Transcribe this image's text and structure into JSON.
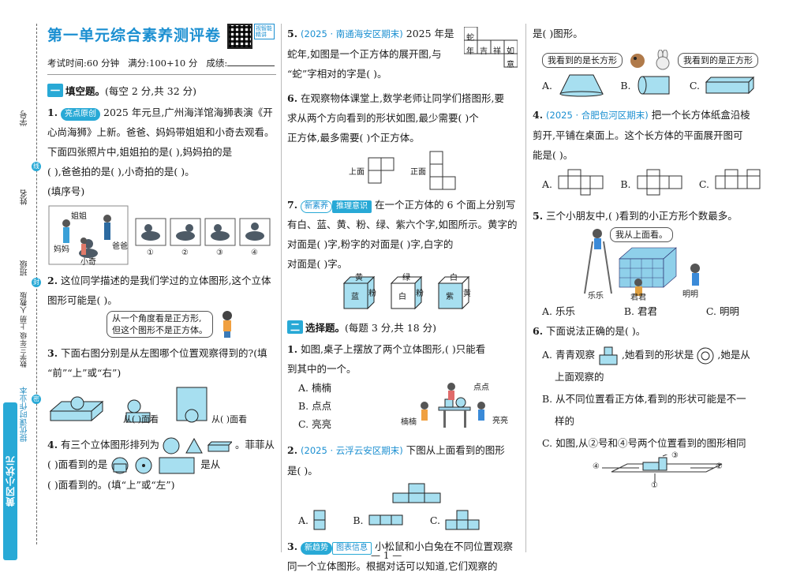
{
  "header": {
    "title": "第一单元综合素养测评卷",
    "qr_label": "视智能精讲",
    "exam_time": "考试时间:60 分钟",
    "full_score": "满分:100+10 分",
    "score_label": "成绩:"
  },
  "spine": {
    "brand": "黄冈小状元",
    "series": "提优课时作业本",
    "meta": "数学三年级  上册  人教版",
    "fields": [
      "学号",
      "姓名",
      "班级"
    ],
    "dots": [
      "线",
      "封",
      "密"
    ]
  },
  "section1": {
    "num": "一",
    "title": "填空题。",
    "desc": "(每空 2 分,共 32 分)",
    "q1": {
      "n": "1.",
      "tag": "亮点原创",
      "lines": [
        "2025 年元旦,广州海洋馆海狮表演《开",
        "心尚海狮》上新。爸爸、妈妈带姐姐和小奇去观看。",
        "下面四张照片中,姐姐拍的是(     ),妈妈拍的是",
        "(     ),爸爸拍的是(     ),小奇拍的是(     )。",
        "(填序号)"
      ],
      "people": [
        "姐姐",
        "妈妈",
        "爸爸",
        "小奇"
      ],
      "photos": [
        "①",
        "②",
        "③",
        "④"
      ]
    },
    "q2": {
      "n": "2.",
      "lines": [
        "这位同学描述的是我们学过的立体图形,这个立体",
        "图形可能是(          )。"
      ],
      "bubble": [
        "从一个角度看是正方形,",
        "但这个图形不是正方体。"
      ]
    },
    "q3": {
      "n": "3.",
      "lines": [
        "下面右图分别是从左图哪个位置观察得到的?(填",
        "“前”“上”或“右”)"
      ],
      "blank1": "从(     )面看",
      "blank2": "从(     )面看"
    },
    "q4": {
      "n": "4.",
      "lead": "有三个立体图形排列为",
      "tail": "。菲菲从",
      "line2a": "(     )面看到的是",
      "line2b": "是从",
      "line3": "(     )面看到的。(填“上”或“左”)"
    }
  },
  "column2": {
    "q5": {
      "n": "5.",
      "src": "(2025 · 南通海安区期末)",
      "lines": [
        "2025 年是",
        "蛇年,如图是一个正方体的展开图,与",
        "“蛇”字相对的字是(     )。"
      ],
      "net": [
        "蛇",
        "年",
        "吉",
        "祥",
        "如",
        "意"
      ]
    },
    "q6": {
      "n": "6.",
      "lines": [
        "在观察物体课堂上,数学老师让同学们搭图形,要",
        "求从两个方向看到的形状如图,最少需要(     )个",
        "正方体,最多需要(     )个正方体。"
      ],
      "top_label": "上面",
      "front_label": "正面"
    },
    "q7": {
      "n": "7.",
      "tags": [
        "新素养",
        "推理意识"
      ],
      "lines": [
        "在一个正方体的 6 个面上分别写",
        "有白、蓝、黄、粉、绿、紫六个字,如图所示。黄字的",
        "对面是(     )字,粉字的对面是(     )字,白字的",
        "对面是(     )字。"
      ],
      "cubes": [
        [
          "黄",
          "蓝",
          "粉"
        ],
        [
          "绿",
          "白",
          "粉"
        ],
        [
          "白",
          "紫",
          "黄"
        ]
      ]
    },
    "section2": {
      "num": "二",
      "title": "选择题。",
      "desc": "(每题 3 分,共 18 分)"
    },
    "s1": {
      "n": "1.",
      "lines": [
        "如图,桌子上摆放了两个立体图形,(     )只能看",
        "到其中的一个。"
      ],
      "options": [
        "A.  楠楠",
        "B.  点点",
        "C.  亮亮"
      ],
      "names": [
        "点点",
        "楠楠",
        "亮亮"
      ]
    },
    "s2": {
      "n": "2.",
      "src": "(2025 · 云浮云安区期末)",
      "lines": [
        "下图从上面看到的图形",
        "是(     )。"
      ],
      "options": [
        "A.",
        "B.",
        "C."
      ]
    },
    "s3": {
      "n": "3.",
      "tags": [
        "新趋势",
        "图表信息"
      ],
      "lines": [
        "小松鼠和小白兔在不同位置观察",
        "同一个立体图形。根据对话可以知道,它们观察的"
      ]
    }
  },
  "column3": {
    "s3_cont": {
      "line": "是(     )图形。",
      "bubble_left": "我看到的是长方形",
      "bubble_right": "我看到的是正方形",
      "options": [
        "A.",
        "B.",
        "C."
      ]
    },
    "s4": {
      "n": "4.",
      "src": "(2025 · 合肥包河区期末)",
      "lines": [
        "把一个长方体纸盒沿棱",
        "剪开,平铺在桌面上。这个长方体的平面展开图可",
        "能是(     )。"
      ],
      "options": [
        "A.",
        "B.",
        "C."
      ]
    },
    "s5": {
      "n": "5.",
      "line": "三个小朋友中,(     )看到的小正方形个数最多。",
      "bubble": "我从上面看。",
      "names": [
        "乐乐",
        "君君",
        "明明"
      ],
      "options": [
        "A.  乐乐",
        "B.  君君",
        "C.  明明"
      ]
    },
    "s6": {
      "n": "6.",
      "line": "下面说法正确的是(     )。",
      "optA_1": "A.  青青观察",
      "optA_2": ",她看到的形状是",
      "optA_3": ",她是从",
      "optA_4": "上面观察的",
      "optB_1": "B.  从不同位置看正方体,看到的形状可能是不一",
      "optB_2": "样的",
      "optC": "C.  如图,从②号和④号两个位置看到的图形相同",
      "positions": [
        "①",
        "②",
        "③",
        "④"
      ]
    }
  },
  "footer": {
    "page": "— 1 —"
  },
  "colors": {
    "accent": "#1b8fd1",
    "tag": "#28a9d6",
    "cube": "#a7dff0"
  }
}
